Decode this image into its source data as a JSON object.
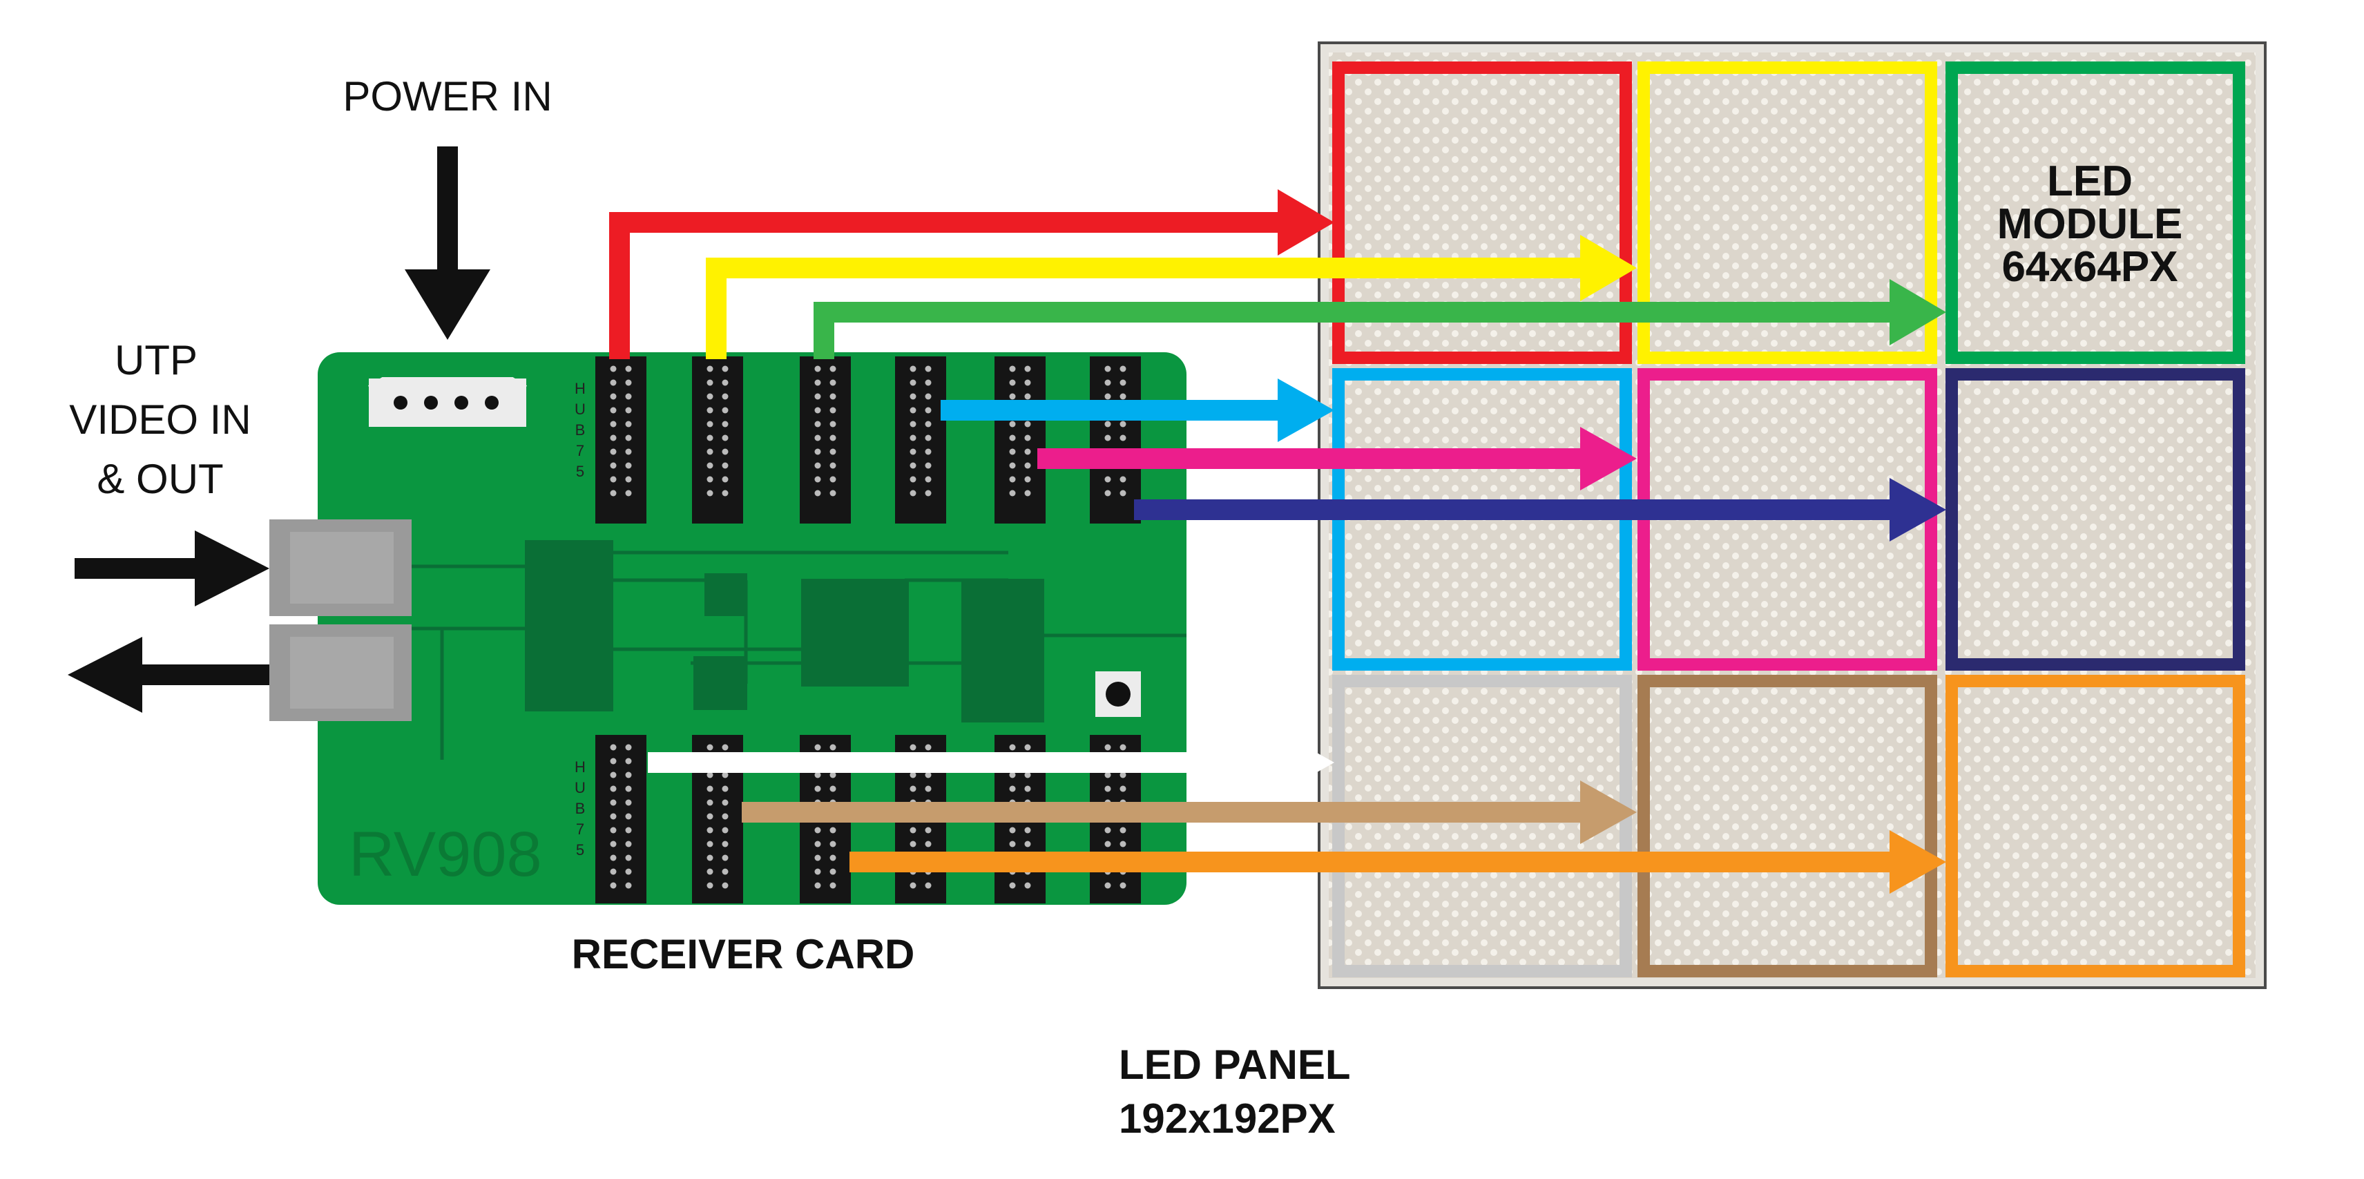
{
  "labels": {
    "power_in": "POWER IN",
    "utp_line1": "UTP",
    "utp_line2": "VIDEO IN",
    "utp_line3": "& OUT",
    "receiver_card": "RECEIVER CARD",
    "card_model": "RV908",
    "hub_label": [
      "H",
      "U",
      "B",
      "7",
      "5"
    ],
    "module_line1": "LED",
    "module_line2": "MODULE",
    "module_line3": "64x64PX",
    "panel_line1": "LED PANEL",
    "panel_line2": "192x192PX"
  },
  "colors": {
    "board": "#0a9640",
    "board_dark": "#0a6f36",
    "panel_bg": "#dcd8d0",
    "panel_border": "#555555",
    "connector": "#151515",
    "port": "#9a9a9a"
  },
  "modules": [
    {
      "row": 0,
      "col": 0,
      "color": "#ed1c24"
    },
    {
      "row": 0,
      "col": 1,
      "color": "#fff200"
    },
    {
      "row": 0,
      "col": 2,
      "color": "#00a651"
    },
    {
      "row": 1,
      "col": 0,
      "color": "#00aeef"
    },
    {
      "row": 1,
      "col": 1,
      "color": "#ec1e8c"
    },
    {
      "row": 1,
      "col": 2,
      "color": "#2b2a6f"
    },
    {
      "row": 2,
      "col": 0,
      "color": "#c8c8c8"
    },
    {
      "row": 2,
      "col": 1,
      "color": "#a67c52"
    },
    {
      "row": 2,
      "col": 2,
      "color": "#f7941d"
    }
  ],
  "connections": [
    {
      "name": "red",
      "color": "#ed1c24",
      "from_connector": 1,
      "to_module": 1
    },
    {
      "name": "yellow",
      "color": "#fff200",
      "from_connector": 2,
      "to_module": 2
    },
    {
      "name": "green",
      "color": "#39b54a",
      "from_connector": 3,
      "to_module": 3
    },
    {
      "name": "cyan",
      "color": "#00aeef",
      "from_connector": 4,
      "to_module": 4
    },
    {
      "name": "magenta",
      "color": "#ec1e8c",
      "from_connector": 5,
      "to_module": 5
    },
    {
      "name": "navy",
      "color": "#2e3192",
      "from_connector": 6,
      "to_module": 6
    },
    {
      "name": "white",
      "color": "#ffffff",
      "from_connector": 7,
      "to_module": 7
    },
    {
      "name": "tan",
      "color": "#c69c6d",
      "from_connector": 8,
      "to_module": 8
    },
    {
      "name": "orange",
      "color": "#f7941d",
      "from_connector": 9,
      "to_module": 9
    }
  ]
}
